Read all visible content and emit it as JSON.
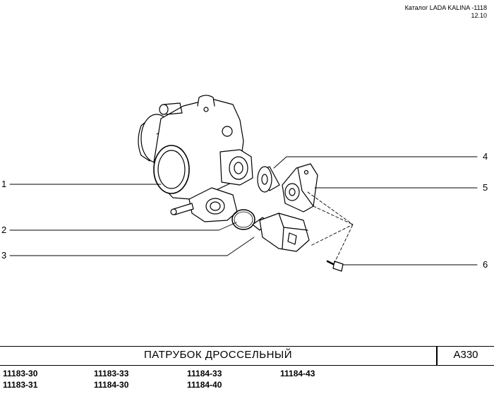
{
  "header": {
    "catalog": "Каталог  LADA  KALINA -1118",
    "edition": "12.10"
  },
  "callouts": [
    "1",
    "2",
    "3",
    "4",
    "5",
    "6"
  ],
  "title_block": {
    "title": "ПАТРУБОК  ДРОССЕЛЬНЫЙ",
    "code": "А330"
  },
  "models": [
    [
      "11183-30",
      "11183-31"
    ],
    [
      "11183-33",
      "11184-30"
    ],
    [
      "11184-33",
      "11184-40"
    ],
    [
      "11184-43"
    ]
  ]
}
